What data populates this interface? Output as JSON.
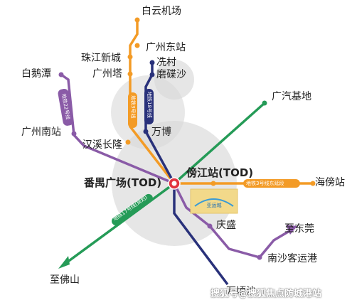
{
  "colors": {
    "orange": "#F39B26",
    "navy": "#29317A",
    "purple": "#8A5BA7",
    "green": "#259B57",
    "hub": "#E2343F",
    "halo": "#D8D8D8"
  },
  "stations": {
    "baiyun_airport": "白云机场",
    "guangzhou_east": "广州东站",
    "zhujiang_newtown": "珠江新城",
    "canton_tower": "广州塔",
    "xiancun": "冼村",
    "modiesha": "磨碟沙",
    "baietan": "白鹅潭",
    "guangzhou_south": "广州南站",
    "hanxi_changlong": "汉溪长隆",
    "wanbo": "万博",
    "guangqi_base": "广汽基地",
    "panyu_square": "番禺广场(TOD)",
    "pangjiang": "傍江站(TOD)",
    "haibang": "海傍站",
    "qingsheng": "庆盛",
    "to_dongguan": "至东莞",
    "nansha_port": "南沙客运港",
    "to_foshan": "至佛山",
    "wanqingsha": "万顷沙"
  },
  "line_tags": {
    "line3": "地铁3号线",
    "line18": "地铁18号线",
    "line22": "地铁22号线",
    "line3_ext": "地铁3号线东延段",
    "line17": "地铁17号线(规划)"
  },
  "project_logo": "亚运城",
  "watermark": "搜狐号@搜狐焦点防城港站",
  "icons": {
    "hub": "interchange-hub-icon",
    "to_dongguan": "arrow-icon",
    "to_foshan": "arrow-icon"
  }
}
